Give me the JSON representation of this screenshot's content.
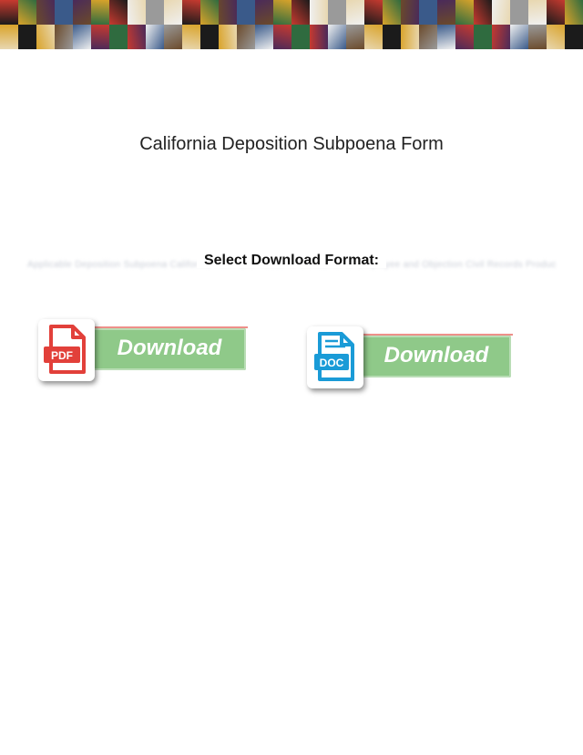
{
  "title": "California Deposition Subpoena Form",
  "format_label": "Select Download Format:",
  "blurred_line": "Applicable Deposition Subpoena California Form and Notice to Consumer or Employee and Objection Civil Records Production",
  "downloads": [
    {
      "type_label": "PDF",
      "button_label": "Download",
      "icon_color": "#e2403a"
    },
    {
      "type_label": "DOC",
      "button_label": "Download",
      "icon_color": "#1a9bd7"
    }
  ],
  "colors": {
    "button_fill": "#8fc989",
    "button_text": "#ffffff",
    "banner_palette": [
      "#1b1b1b",
      "#3a5a8a",
      "#c73a2f",
      "#e8d7b0",
      "#6b4a2a",
      "#2f6b3f",
      "#9a9a9a",
      "#d9a32a",
      "#4a2a5a",
      "#f0f0f0"
    ]
  }
}
